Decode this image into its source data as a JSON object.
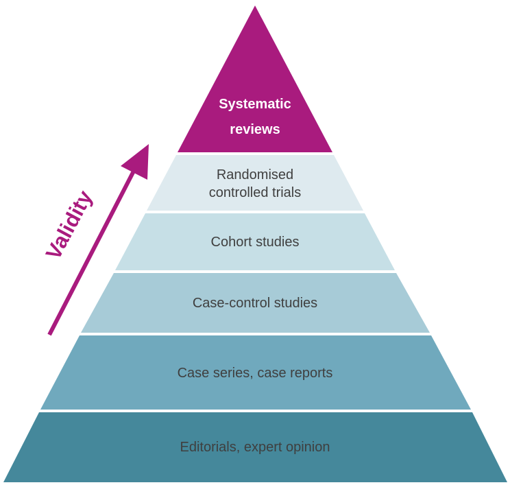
{
  "diagram": {
    "arrow_label": "Validity",
    "arrow_color": "#a91b7e",
    "tiers": [
      {
        "lines": [
          "Systematic",
          "reviews"
        ],
        "color": "#a91b7e",
        "text_color": "#ffffff"
      },
      {
        "lines": [
          "Randomised",
          "controlled trials"
        ],
        "color": "#deeaef",
        "text_color": "#3f3f3f"
      },
      {
        "lines": [
          "Cohort studies"
        ],
        "color": "#c6dfe6",
        "text_color": "#3f3f3f"
      },
      {
        "lines": [
          "Case-control studies"
        ],
        "color": "#a7cbd7",
        "text_color": "#3f3f3f"
      },
      {
        "lines": [
          "Case series, case reports"
        ],
        "color": "#70a9bd",
        "text_color": "#3f3f3f"
      },
      {
        "lines": [
          "Editorials, expert opinion"
        ],
        "color": "#45889b",
        "text_color": "#3f3f3f"
      }
    ]
  }
}
